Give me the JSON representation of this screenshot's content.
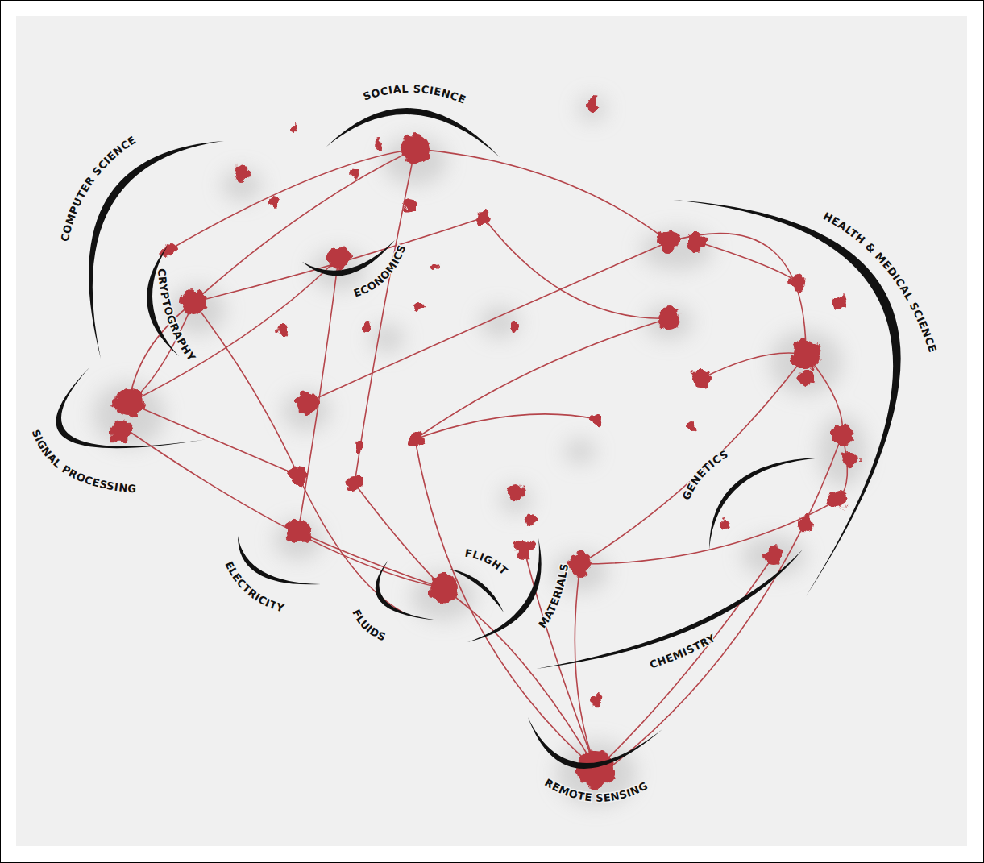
{
  "diagram": {
    "labels": [
      "SOCIAL SCIENCE",
      "COMPUTER SCIENCE",
      "CRYPTOGRAPHY",
      "ECONOMICS",
      "HEALTH & MEDICAL SCIENCE",
      "SIGNAL PROCESSING",
      "GENETICS",
      "ELECTRICITY",
      "FLUIDS",
      "FLIGHT",
      "MATERIALS",
      "CHEMISTRY",
      "REMOTE SENSING"
    ]
  }
}
